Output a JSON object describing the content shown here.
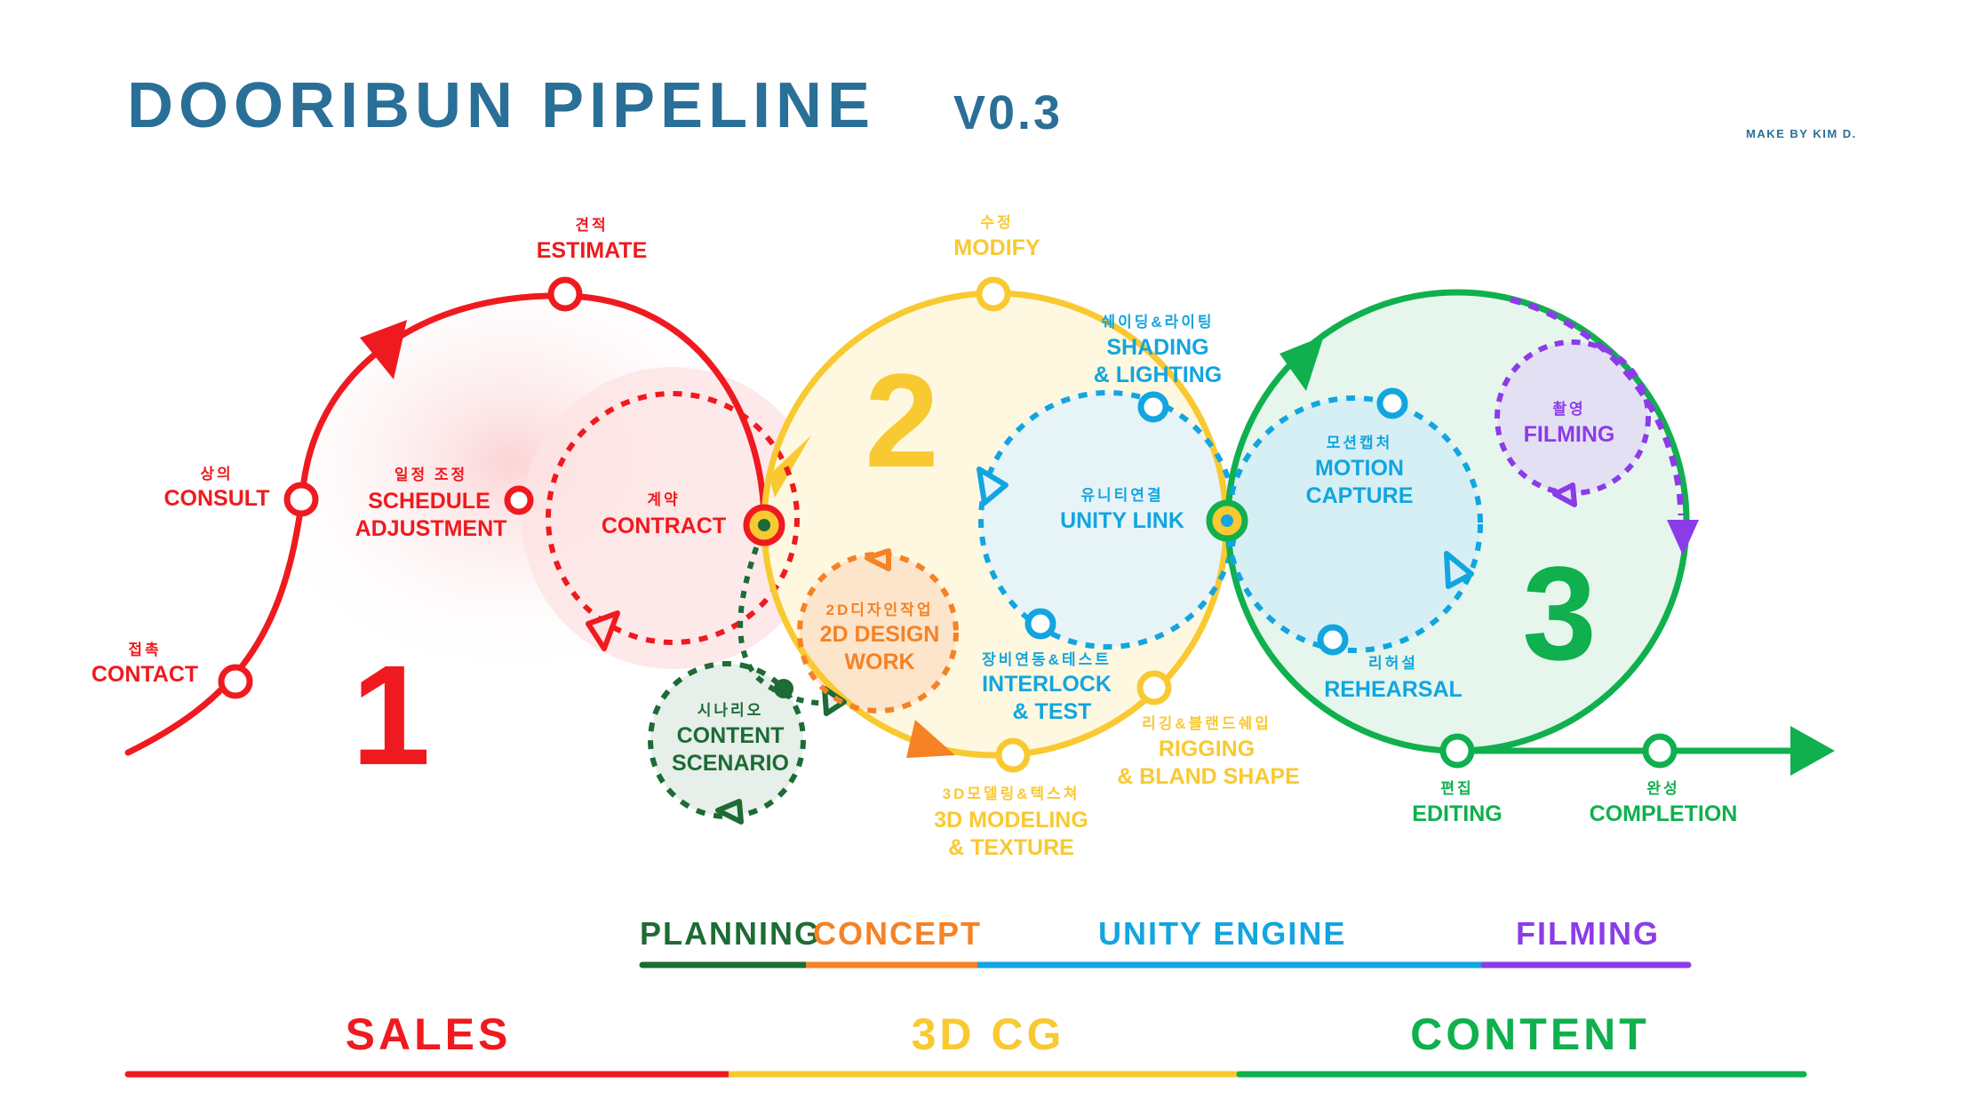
{
  "header": {
    "title": "DOORIBUN PIPELINE",
    "version": "V0.3",
    "credit": "MAKE BY KIM D."
  },
  "colors": {
    "sales": "#ef1a1f",
    "cg": "#f9c932",
    "content": "#0fb04d",
    "planning": "#1d6b35",
    "concept": "#f58225",
    "unity": "#12a5e0",
    "filming": "#8b3ce8",
    "title": "#2a6f97"
  },
  "phase_numbers": {
    "one": "1",
    "two": "2",
    "three": "3"
  },
  "stages": {
    "contact": {
      "kr": "접촉",
      "en": "CONTACT"
    },
    "consult": {
      "kr": "상의",
      "en": "CONSULT"
    },
    "estimate": {
      "kr": "견적",
      "en": "ESTIMATE"
    },
    "schedule": {
      "kr": "일정 조정",
      "en1": "SCHEDULE",
      "en2": "ADJUSTMENT"
    },
    "contract": {
      "kr": "계약",
      "en": "CONTRACT"
    },
    "scenario": {
      "kr": "시나리오",
      "en1": "CONTENT",
      "en2": "SCENARIO"
    },
    "design2d": {
      "kr": "2D디자인작업",
      "en1": "2D DESIGN",
      "en2": "WORK"
    },
    "modify": {
      "kr": "수정",
      "en": "MODIFY"
    },
    "shading": {
      "kr": "쉐이딩&라이팅",
      "en1": "SHADING",
      "en2": "& LIGHTING"
    },
    "unitylink": {
      "kr": "유니티연결",
      "en": "UNITY LINK"
    },
    "interlock": {
      "kr": "장비연동&테스트",
      "en1": "INTERLOCK",
      "en2": "& TEST"
    },
    "modeling": {
      "kr": "3D모델링&텍스쳐",
      "en1": "3D MODELING",
      "en2": "& TEXTURE"
    },
    "rigging": {
      "kr": "리깅&블랜드쉐입",
      "en1": "RIGGING",
      "en2": "& BLAND SHAPE"
    },
    "mocap": {
      "kr": "모션캡처",
      "en1": "MOTION",
      "en2": "CAPTURE"
    },
    "filming": {
      "kr": "촬영",
      "en": "FILMING"
    },
    "rehearsal": {
      "kr": "리허설",
      "en": "REHEARSAL"
    },
    "editing": {
      "kr": "편집",
      "en": "EDITING"
    },
    "completion": {
      "kr": "완성",
      "en": "COMPLETION"
    }
  },
  "departments": {
    "planning": "PLANNING",
    "concept": "CONCEPT",
    "unity": "UNITY ENGINE",
    "filming": "FILMING"
  },
  "divisions": {
    "sales": "SALES",
    "cg": "3D CG",
    "content": "CONTENT"
  }
}
